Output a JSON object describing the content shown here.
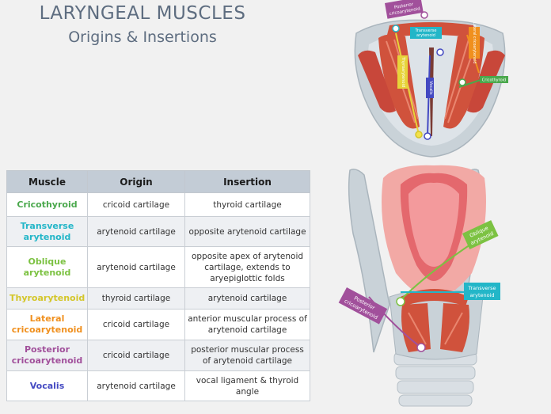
{
  "header": {
    "title": "LARYNGEAL MUSCLES",
    "subtitle": "Origins & Insertions"
  },
  "table": {
    "columns": [
      "Muscle",
      "Origin",
      "Insertion"
    ],
    "rows": [
      {
        "muscle": "Cricothyroid",
        "color": "#4aa84c",
        "origin": "cricoid cartilage",
        "insertion": "thyroid cartilage"
      },
      {
        "muscle": "Transverse arytenoid",
        "color": "#23b6c8",
        "origin": "arytenoid cartilage",
        "insertion": "opposite arytenoid cartilage"
      },
      {
        "muscle": "Oblique arytenoid",
        "color": "#7cc242",
        "origin": "arytenoid cartilage",
        "insertion": "opposite apex of arytenoid cartilage, extends to aryepiglottic folds"
      },
      {
        "muscle": "Thyroarytenoid",
        "color": "#d4c62a",
        "origin": "thyroid cartilage",
        "insertion": "arytenoid cartilage"
      },
      {
        "muscle": "Lateral cricoarytenoid",
        "color": "#f0901e",
        "origin": "cricoid cartilage",
        "insertion": "anterior muscular process of arytenoid cartilage"
      },
      {
        "muscle": "Posterior cricoarytenoid",
        "color": "#a1509b",
        "origin": "cricoid cartilage",
        "insertion": "posterior muscular process of arytenoid cartilage"
      },
      {
        "muscle": "Vocalis",
        "color": "#4349c2",
        "origin": "arytenoid cartilage",
        "insertion": "vocal ligament & thyroid angle"
      }
    ]
  },
  "diagram_top": {
    "labels": {
      "posterior": "Posterior cricoarytenoid",
      "transverse": "Transverse arytenoid",
      "lateral": "Lateral cricoarytenoid",
      "thyroarytenoid": "Thyroarytenoid",
      "vocalis": "Vocalis",
      "cricothyroid": "Cricothyroid"
    }
  },
  "diagram_bottom": {
    "labels": {
      "oblique": "Oblique arytenoid",
      "transverse": "Transverse arytenoid",
      "posterior": "Posterior cricoarytenoid"
    }
  },
  "colors": {
    "muscle": "#d0523c",
    "cartilage": "#c9d2d8",
    "mucosa": "#f2a9a5"
  }
}
